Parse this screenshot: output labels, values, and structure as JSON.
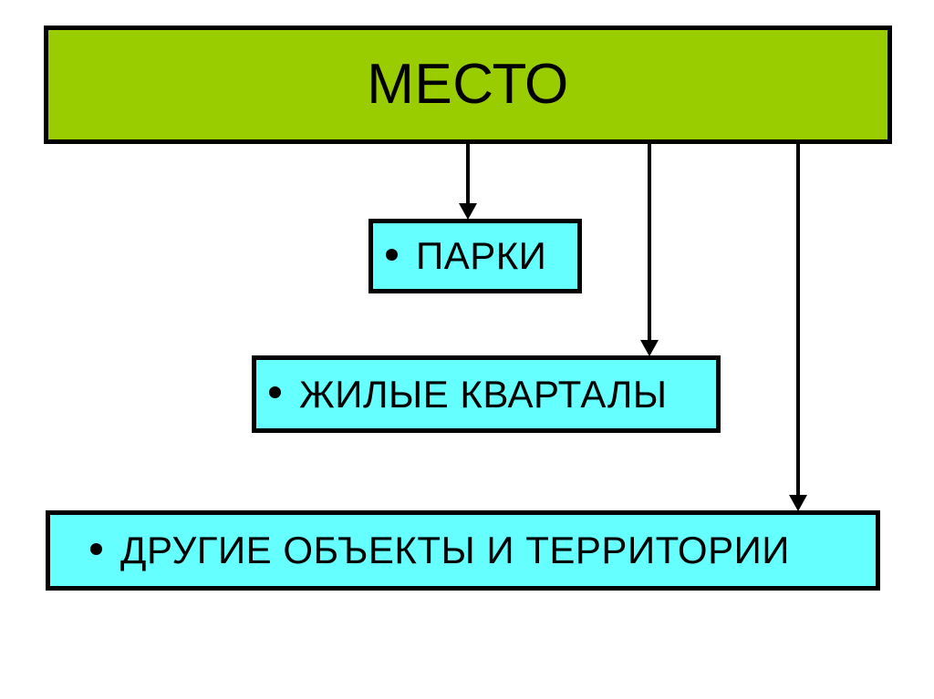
{
  "diagram": {
    "title": "МЕСТО",
    "background_color": "#FFFFFF",
    "root": {
      "label": "МЕСТО",
      "fill_color": "#9ACD00",
      "border_color": "#000000"
    },
    "leaves": [
      {
        "id": "parks",
        "label": "ПАРКИ",
        "bullet": "•",
        "fill_color": "#66FFFF",
        "border_color": "#000000"
      },
      {
        "id": "residential",
        "label": "ЖИЛЫЕ КВАРТАЛЫ",
        "bullet": "•",
        "fill_color": "#66FFFF",
        "border_color": "#000000"
      },
      {
        "id": "other",
        "label": "ДРУГИЕ ОБЪЕКТЫ И ТЕРРИТОРИИ",
        "bullet": "•",
        "fill_color": "#66FFFF",
        "border_color": "#000000"
      }
    ],
    "connectors": [
      {
        "id": "arrow-parks",
        "from": "root",
        "to": "parks",
        "style": "straight-down-arrow"
      },
      {
        "id": "arrow-residential",
        "from": "root",
        "to": "residential",
        "style": "straight-down-arrow"
      },
      {
        "id": "arrow-other",
        "from": "root",
        "to": "other",
        "style": "straight-down-arrow"
      }
    ]
  }
}
